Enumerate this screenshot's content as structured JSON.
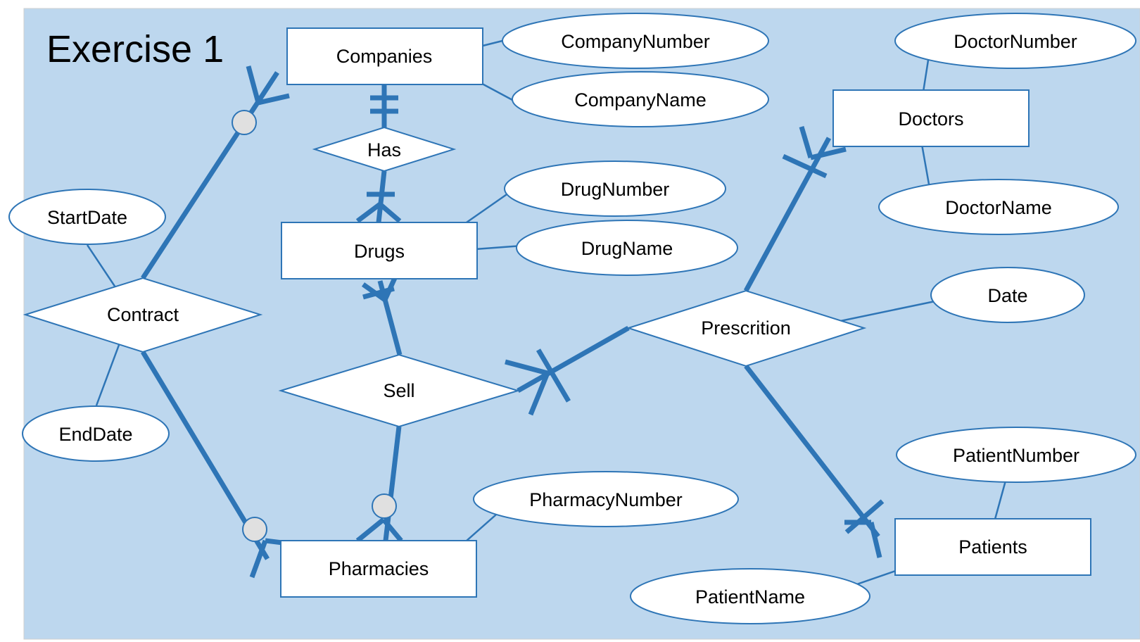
{
  "slide": {
    "title": "Exercise 1",
    "background_color": "#bdd7ee",
    "line_color": "#2e75b6"
  },
  "entities": {
    "companies": "Companies",
    "drugs": "Drugs",
    "pharmacies": "Pharmacies",
    "doctors": "Doctors",
    "patients": "Patients"
  },
  "relationships": {
    "has": "Has",
    "contract": "Contract",
    "sell": "Sell",
    "prescrition": "Prescrition"
  },
  "attributes": {
    "company_number": "CompanyNumber",
    "company_name": "CompanyName",
    "drug_number": "DrugNumber",
    "drug_name": "DrugName",
    "pharmacy_number": "PharmacyNumber",
    "doctor_number": "DoctorNumber",
    "doctor_name": "DoctorName",
    "patient_number": "PatientNumber",
    "patient_name": "PatientName",
    "start_date": "StartDate",
    "end_date": "EndDate",
    "date": "Date"
  }
}
